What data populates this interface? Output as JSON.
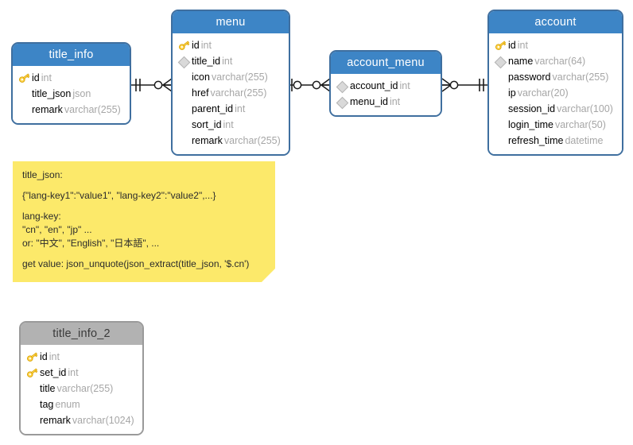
{
  "diagram": {
    "title": "database-er-diagram",
    "background": "#ffffff",
    "header_color": "#3d85c6",
    "header_color_inactive": "#b2b2b2",
    "border_color": "#3f6f9f",
    "border_color_inactive": "#9a9a9a",
    "type_color": "#a6a6a6",
    "note_color": "#fce96a"
  },
  "entities": [
    {
      "id": "title_info",
      "name": "title_info",
      "style": "blue",
      "fields": [
        {
          "marker": "key-icon",
          "name": "id",
          "type": "int"
        },
        {
          "marker": "none",
          "name": "title_json",
          "type": "json"
        },
        {
          "marker": "none",
          "name": "remark",
          "type": "varchar(255)"
        }
      ]
    },
    {
      "id": "menu",
      "name": "menu",
      "style": "blue",
      "fields": [
        {
          "marker": "key-icon",
          "name": "id",
          "type": "int"
        },
        {
          "marker": "diamond-icon",
          "name": "title_id",
          "type": "int"
        },
        {
          "marker": "none",
          "name": "icon",
          "type": "varchar(255)"
        },
        {
          "marker": "none",
          "name": "href",
          "type": "varchar(255)"
        },
        {
          "marker": "none",
          "name": "parent_id",
          "type": "int"
        },
        {
          "marker": "none",
          "name": "sort_id",
          "type": "int"
        },
        {
          "marker": "none",
          "name": "remark",
          "type": "varchar(255)"
        }
      ]
    },
    {
      "id": "account_menu",
      "name": "account_menu",
      "style": "blue",
      "fields": [
        {
          "marker": "diamond-icon",
          "name": "account_id",
          "type": "int"
        },
        {
          "marker": "diamond-icon",
          "name": "menu_id",
          "type": "int"
        }
      ]
    },
    {
      "id": "account",
      "name": "account",
      "style": "blue",
      "fields": [
        {
          "marker": "key-icon",
          "name": "id",
          "type": "int"
        },
        {
          "marker": "diamond-icon",
          "name": "name",
          "type": "varchar(64)"
        },
        {
          "marker": "none",
          "name": "password",
          "type": "varchar(255)"
        },
        {
          "marker": "none",
          "name": "ip",
          "type": "varchar(20)"
        },
        {
          "marker": "none",
          "name": "session_id",
          "type": "varchar(100)"
        },
        {
          "marker": "none",
          "name": "login_time",
          "type": "varchar(50)"
        },
        {
          "marker": "none",
          "name": "refresh_time",
          "type": "datetime"
        }
      ]
    },
    {
      "id": "title_info_2",
      "name": "title_info_2",
      "style": "gray",
      "fields": [
        {
          "marker": "key-icon",
          "name": "id",
          "type": "int"
        },
        {
          "marker": "key-icon",
          "name": "set_id",
          "type": "int"
        },
        {
          "marker": "none",
          "name": "title",
          "type": "varchar(255)"
        },
        {
          "marker": "none",
          "name": "tag",
          "type": "enum"
        },
        {
          "marker": "none",
          "name": "remark",
          "type": "varchar(1024)"
        }
      ]
    }
  ],
  "relationships": [
    {
      "id": "rel-title-info-menu",
      "from": "title_info",
      "to": "menu",
      "from_cardinality": "one",
      "to_cardinality": "zero-or-many"
    },
    {
      "id": "rel-menu-account-menu",
      "from": "menu",
      "to": "account_menu",
      "from_cardinality": "zero-or-one",
      "to_cardinality": "zero-or-many"
    },
    {
      "id": "rel-account-menu-account",
      "from": "account_menu",
      "to": "account",
      "from_cardinality": "zero-or-many",
      "to_cardinality": "one"
    }
  ],
  "note": {
    "id": "title_json_note",
    "lines": [
      "title_json:",
      "{\"lang-key1\":\"value1\", \"lang-key2\":\"value2\",...}",
      "lang-key:",
      "\"cn\", \"en\", \"jp\" ...",
      "or: \"中文\", \"English\", \"日本語\", ...",
      "get value: json_unquote(json_extract(title_json, '$.cn')"
    ]
  }
}
